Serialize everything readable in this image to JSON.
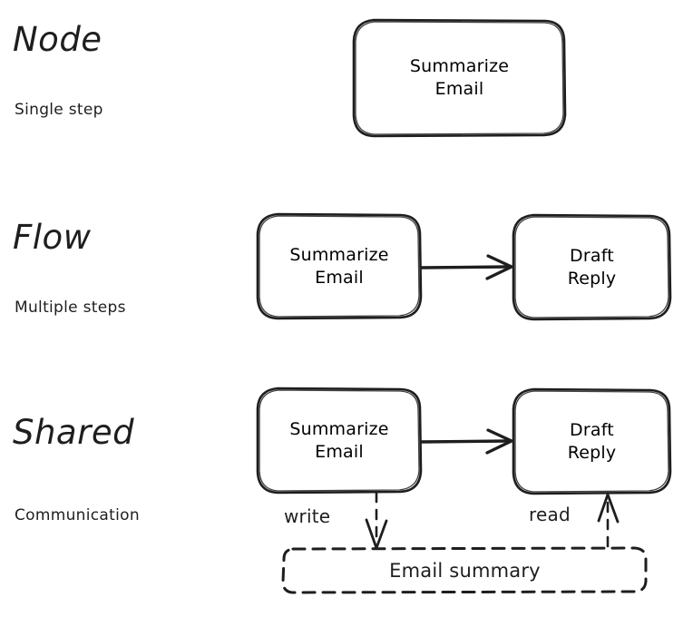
{
  "diagram": {
    "title_hidden": "",
    "stroke_color": "#1e1e1e",
    "background_color": "#ffffff",
    "sections": [
      {
        "key": "node",
        "title": "Node",
        "subtitle": "Single step",
        "nodes": [
          {
            "id": "summarize-email",
            "line1": "Summarize",
            "line2": "Email"
          }
        ],
        "connectors": []
      },
      {
        "key": "flow",
        "title": "Flow",
        "subtitle": "Multiple steps",
        "nodes": [
          {
            "id": "summarize-email",
            "line1": "Summarize",
            "line2": "Email"
          },
          {
            "id": "draft-reply",
            "line1": "Draft",
            "line2": "Reply"
          }
        ],
        "connectors": [
          {
            "from": "summarize-email",
            "to": "draft-reply",
            "style": "solid",
            "label": ""
          }
        ]
      },
      {
        "key": "shared",
        "title": "Shared",
        "subtitle": "Communication",
        "nodes": [
          {
            "id": "summarize-email",
            "line1": "Summarize",
            "line2": "Email"
          },
          {
            "id": "draft-reply",
            "line1": "Draft",
            "line2": "Reply"
          }
        ],
        "store": {
          "id": "email-summary",
          "label": "Email summary",
          "style": "dashed"
        },
        "connectors": [
          {
            "from": "summarize-email",
            "to": "draft-reply",
            "style": "solid",
            "label": ""
          },
          {
            "from": "summarize-email",
            "to": "email-summary",
            "style": "dashed",
            "label": "write",
            "direction": "down"
          },
          {
            "from": "email-summary",
            "to": "draft-reply",
            "style": "dashed",
            "label": "read",
            "direction": "up"
          }
        ]
      }
    ]
  }
}
